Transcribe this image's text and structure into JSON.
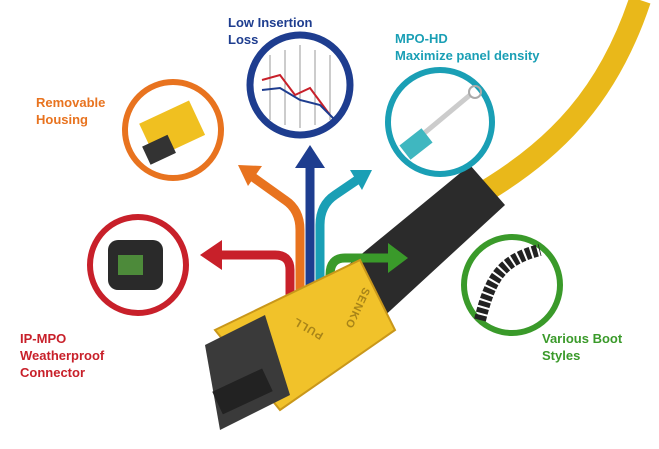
{
  "features": {
    "insertion_loss": {
      "lines": [
        "Low Insertion",
        "Loss"
      ],
      "color": "#1e3d8f"
    },
    "mpo_hd": {
      "lines": [
        "MPO-HD",
        "Maximize panel density"
      ],
      "color": "#1a9fb5"
    },
    "removable_housing": {
      "lines": [
        "Removable",
        "Housing"
      ],
      "color": "#e8731f"
    },
    "ip_mpo": {
      "lines": [
        "IP-MPO",
        "Weatherproof",
        "Connector"
      ],
      "color": "#c8202a"
    },
    "boot_styles": {
      "lines": [
        "Various Boot",
        "Styles"
      ],
      "color": "#3a9a2a"
    }
  },
  "connector_markings": [
    "PULL",
    "SENKO"
  ]
}
